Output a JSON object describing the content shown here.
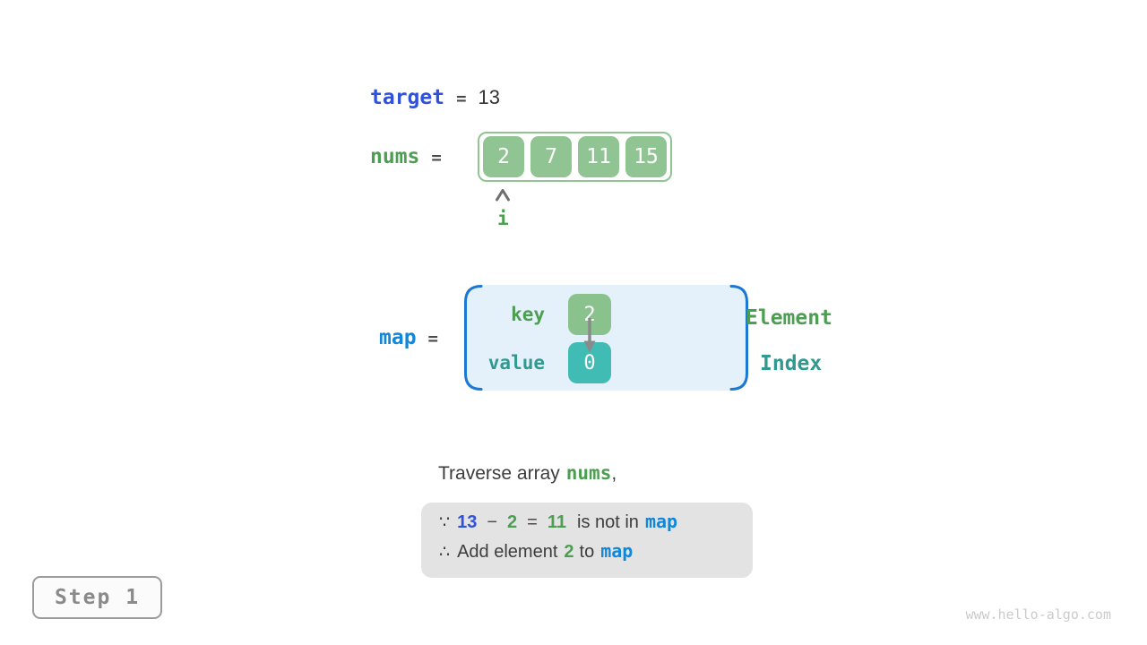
{
  "colors": {
    "royal_blue": "#3051d9",
    "azure_blue": "#1187da",
    "bracket_blue": "#1b79d3",
    "green_text": "#4d9e52",
    "teal_text": "#31998f",
    "array_green_fill": "#90c593",
    "key_green_fill": "#8ac28d",
    "value_teal_fill": "#40bcb4",
    "map_bg": "#e4f1fb",
    "note_bg": "#e3e3e3",
    "dark_text": "#3d3d3d"
  },
  "target_line": {
    "label": "target",
    "equals": "=",
    "value": "13"
  },
  "nums_line": {
    "label": "nums",
    "equals": "=",
    "cells": [
      "2",
      "7",
      "11",
      "15"
    ],
    "pointer_label": "i"
  },
  "map_line": {
    "label": "map",
    "equals": "=",
    "key_label": "key",
    "key_value": "2",
    "value_label": "value",
    "value_value": "0",
    "element_label": "Element",
    "index_label": "Index"
  },
  "caption": {
    "prefix": "Traverse array",
    "highlight": "nums",
    "suffix": ","
  },
  "note_box": {
    "line1": {
      "symbol": "∵",
      "target": "13",
      "minus": "−",
      "element": "2",
      "equals": "=",
      "difference": "11",
      "text": "is not in",
      "map": "map"
    },
    "line2": {
      "symbol": "∴",
      "text1": "Add element",
      "element": "2",
      "text2": "to",
      "map": "map"
    }
  },
  "step_badge": {
    "label": "Step 1"
  },
  "watermark": {
    "text": "www.hello-algo.com"
  }
}
